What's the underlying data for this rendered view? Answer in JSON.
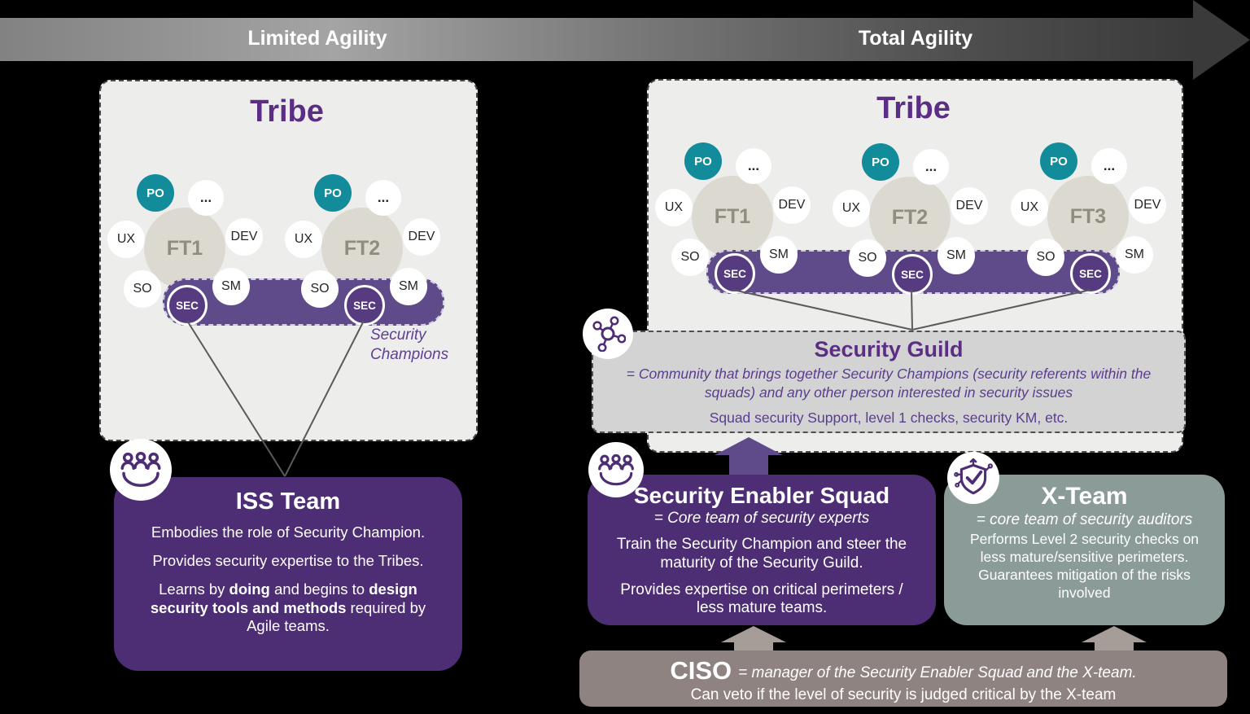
{
  "header": {
    "left_label": "Limited Agility",
    "right_label": "Total Agility"
  },
  "roles": {
    "po": "PO",
    "more": "...",
    "ux": "UX",
    "dev": "DEV",
    "so": "SO",
    "sm": "SM",
    "sec": "SEC"
  },
  "left_tribe": {
    "title": "Tribe",
    "clusters": [
      "FT1",
      "FT2"
    ],
    "band_label": "Security Champions"
  },
  "right_tribe": {
    "title": "Tribe",
    "clusters": [
      "FT1",
      "FT2",
      "FT3"
    ]
  },
  "iss_team": {
    "title": "ISS Team",
    "p1": "Embodies the role of Security Champion.",
    "p2": "Provides security expertise to the Tribes.",
    "p3": {
      "a": "Learns by ",
      "b": "doing",
      "c": " and begins to ",
      "d": "design security tools and methods",
      "e": " required by Agile teams."
    }
  },
  "security_guild": {
    "title": "Security Guild",
    "definition": "= Community that brings together Security Champions (security referents within the squads) and any other person interested in security issues",
    "support": "Squad security Support, level 1 checks, security KM, etc."
  },
  "enabler_squad": {
    "title": "Security Enabler Squad",
    "subtitle": "= Core team of security experts",
    "p1": "Train the Security Champion and steer the maturity of the Security Guild.",
    "p2": "Provides expertise on critical perimeters / less mature teams."
  },
  "x_team": {
    "title": "X-Team",
    "subtitle": "= core team of security auditors",
    "body": "Performs Level 2 security checks on less mature/sensitive perimeters. Guarantees mitigation of the risks involved"
  },
  "ciso": {
    "title": "CISO",
    "subtitle": "= manager of the Security Enabler Squad and the X-team.",
    "body": "Can veto if the level of security is judged critical by the X-team"
  },
  "icons": {
    "iss_badge": "team-smile-icon",
    "enabler_badge": "team-smile-icon",
    "guild_badge": "network-molecule-icon",
    "x_team_badge": "shield-check-circuit-icon"
  },
  "colors": {
    "background": "#000000",
    "purple_box": "#4d2d73",
    "purple_band": "#5f4a8a",
    "sec_circle": "#573b80",
    "po_teal": "#128c9a",
    "tribe_fill": "#ededec",
    "guild_fill": "#d3d3d3",
    "xteam_fill": "#8a9b98",
    "ciso_fill": "#8f8381",
    "taupe_arrow": "#a69c98",
    "title_purple": "#5b2e84",
    "ft_fill": "#dcd9d0"
  }
}
